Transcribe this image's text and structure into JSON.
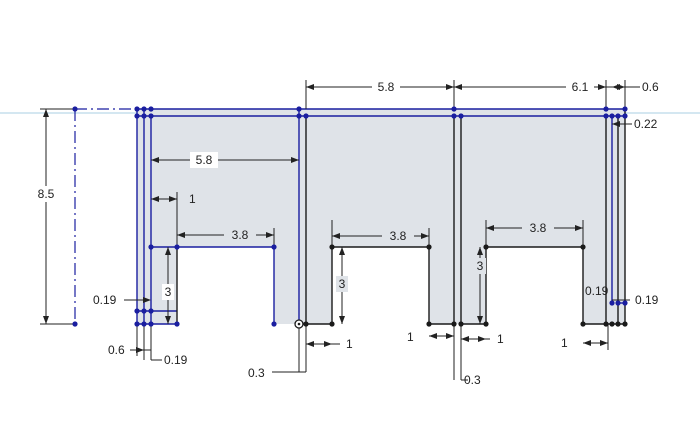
{
  "colors": {
    "background": "#ffffff",
    "sketch_fill": "#dfe3e8",
    "blue_line": "#1a1ea0",
    "black_line": "#1a1a1a",
    "frame_line": "#a9cfe3",
    "dim_line": "#222222"
  },
  "dimensions": {
    "width_left": "5.8",
    "width_mid": "6.1",
    "width_right": "0.6",
    "offset_022": "0.22",
    "height_total": "8.5",
    "width_inner": "5.8",
    "gap_one_top": "1",
    "slot1_width": "3.8",
    "slot2_width": "3.8",
    "slot3_width": "3.8",
    "slot1_height": "3",
    "slot2_height": "3",
    "slot3_height": "3",
    "left_019": "0.19",
    "left_06": "0.6",
    "left_019b": "0.19",
    "bottom_03a": "0.3",
    "bottom_one_a": "1",
    "bottom_one_b": "1",
    "bottom_one_c": "1",
    "bottom_03b": "0.3",
    "bottom_one_d": "1",
    "right_019a": "0.19",
    "right_019b": "0.19"
  }
}
